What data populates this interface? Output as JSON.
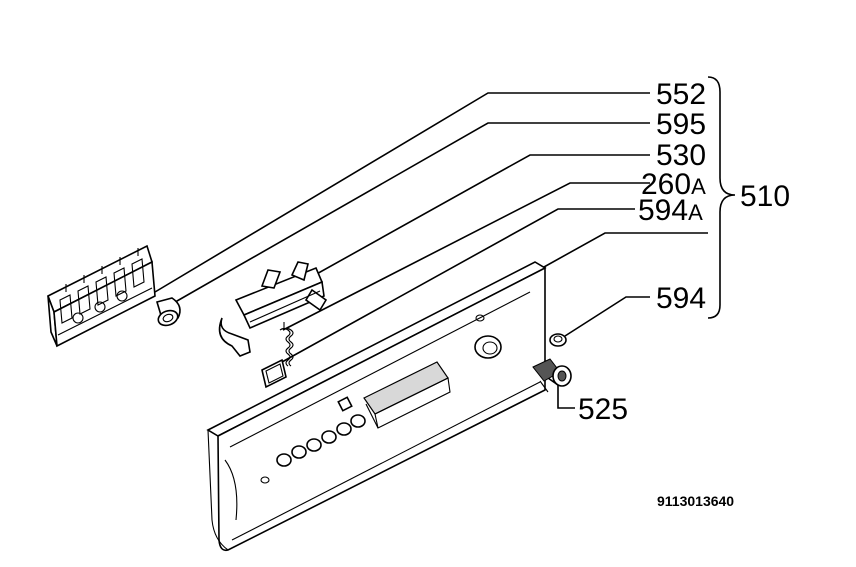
{
  "callouts": {
    "c552": "552",
    "c595": "595",
    "c530": "530",
    "c260a_num": "260",
    "c260a_suffix": "A",
    "c594a_num": "594",
    "c594a_suffix": "A",
    "c594": "594",
    "c525": "525",
    "group": "510"
  },
  "document_number": "9113013640"
}
